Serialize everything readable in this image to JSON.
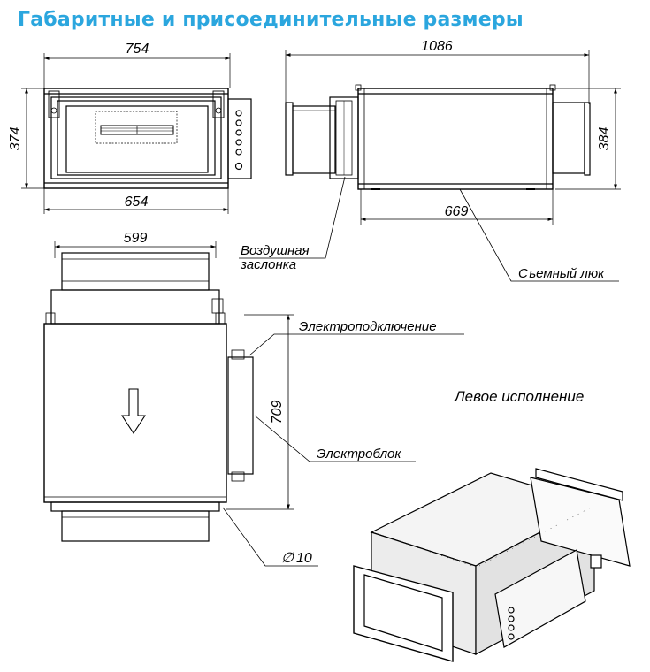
{
  "title": "Габаритные и присоединительные размеры",
  "dimensions": {
    "front_width_outer": "754",
    "front_width_inner": "654",
    "front_height": "374",
    "side_length": "1086",
    "side_hatch_width": "669",
    "side_height": "384",
    "top_width": "599",
    "top_length": "709",
    "hole_diameter": "10",
    "diameter_symbol": "∅"
  },
  "labels": {
    "damper_line1": "Воздушная",
    "damper_line2": "заслонка",
    "removable_hatch": "Съемный люк",
    "power_connection": "Электроподключение",
    "electric_block": "Электроблок",
    "left_version": "Левое исполнение"
  },
  "colors": {
    "title": "#2ba6de",
    "line": "#000000",
    "background": "#ffffff"
  }
}
